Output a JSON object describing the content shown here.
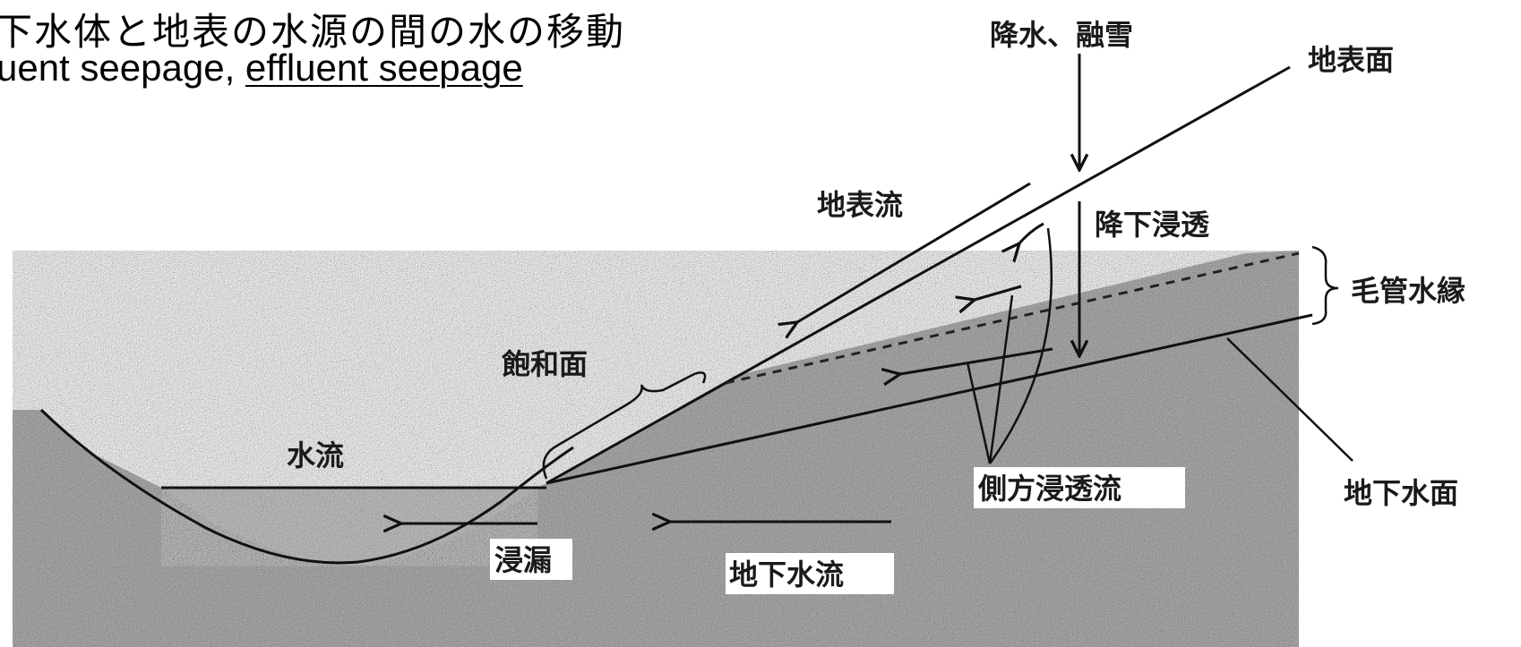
{
  "title": {
    "line1": "下水体と地表の水源の間の水の移動",
    "line2_plain": "uent seepage, ",
    "line2_underlined": "effluent seepage"
  },
  "labels": {
    "precipitation": "降水、融雪",
    "ground_surface": "地表面",
    "surface_flow": "地表流",
    "infiltration": "降下浸透",
    "capillary_fringe": "毛管水縁",
    "saturation_surface": "飽和面",
    "stream": "水流",
    "lateral_flow": "側方浸透流",
    "water_table": "地下水面",
    "seepage": "浸漏",
    "groundwater_flow": "地下水流"
  },
  "colors": {
    "ink": "#111111",
    "soil": "#b9b9b9",
    "soil_dark": "#8e8e8e"
  }
}
